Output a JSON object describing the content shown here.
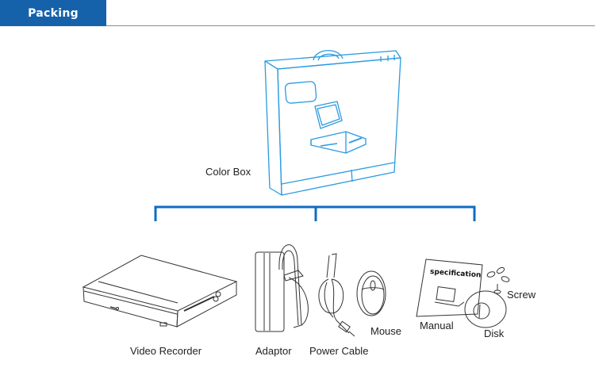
{
  "header": {
    "title": "Packing"
  },
  "colors": {
    "brand": "#1562ab",
    "box_line": "#2a9be0",
    "bracket": "#0f6cc4",
    "rule": "#8c8c8c"
  },
  "color_box": {
    "label": "Color Box"
  },
  "items": [
    {
      "label": "Video Recorder",
      "icon": "video-recorder-icon"
    },
    {
      "label": "Adaptor",
      "icon": "power-adaptor-icon"
    },
    {
      "label": "Power Cable",
      "icon": "power-cable-icon"
    },
    {
      "label": "Mouse",
      "icon": "mouse-icon"
    },
    {
      "label": "Manual",
      "icon": "manual-icon",
      "cover_text": "specification"
    },
    {
      "label": "Disk",
      "icon": "disk-icon"
    },
    {
      "label": "Screw",
      "icon": "screw-icon"
    }
  ]
}
